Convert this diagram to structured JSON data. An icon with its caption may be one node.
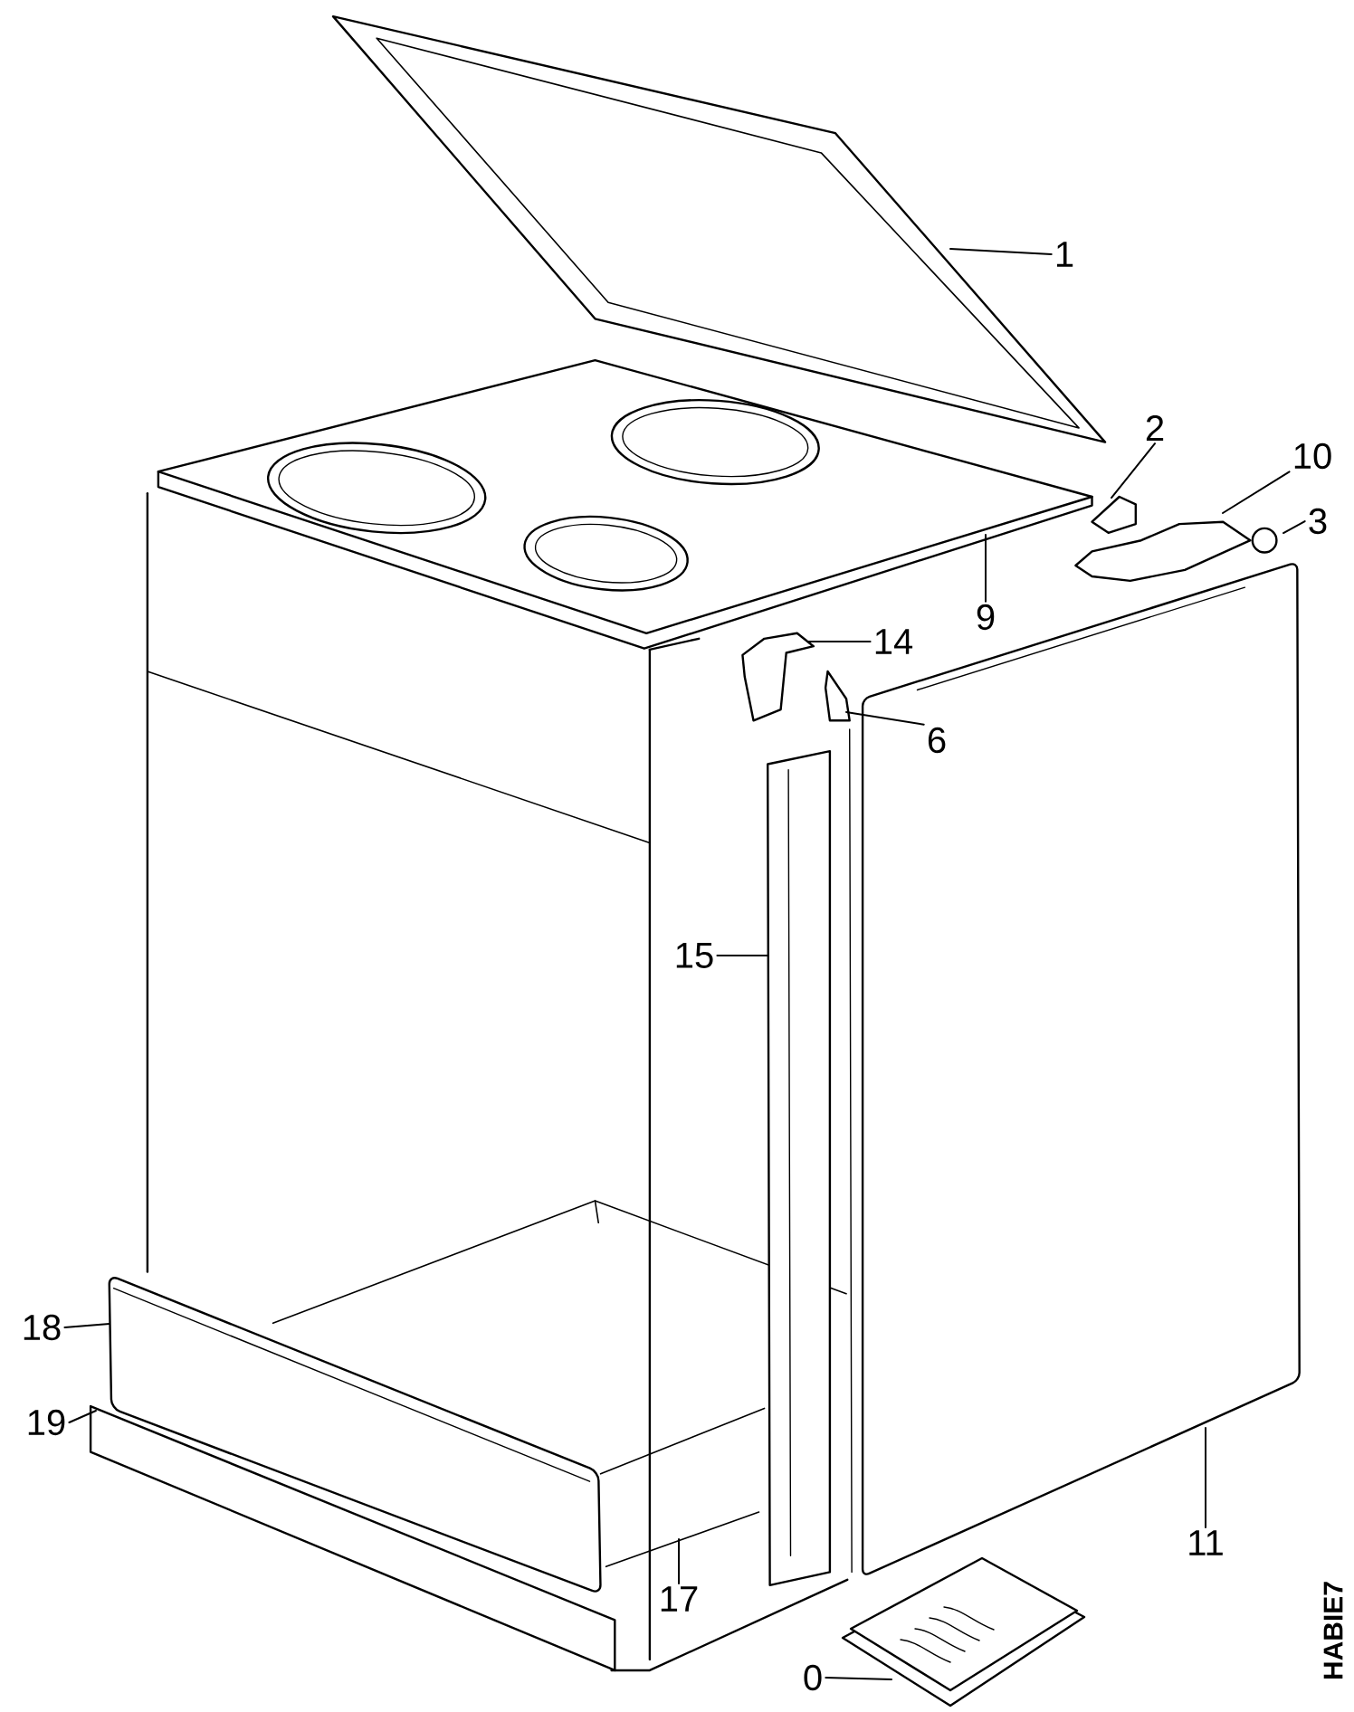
{
  "diagram": {
    "nodes": [
      {
        "text": [
          "1"
        ]
      },
      {
        "text": [
          "2"
        ]
      },
      {
        "text": [
          "10"
        ]
      },
      {
        "text": [
          "3"
        ]
      },
      {
        "text": [
          "9"
        ]
      },
      {
        "text": [
          "14"
        ]
      },
      {
        "text": [
          "6"
        ]
      },
      {
        "text": [
          "15"
        ]
      },
      {
        "text": [
          "18"
        ]
      },
      {
        "text": [
          "19"
        ]
      },
      {
        "text": [
          "11"
        ]
      },
      {
        "text": [
          "17"
        ]
      },
      {
        "text": [
          "0"
        ]
      }
    ],
    "edges": [
      {
        "from": 0,
        "to": null,
        "arrow": "none"
      },
      {
        "from": 1,
        "to": null,
        "arrow": "none"
      },
      {
        "from": 2,
        "to": null,
        "arrow": "none"
      },
      {
        "from": 3,
        "to": null,
        "arrow": "none"
      },
      {
        "from": 4,
        "to": null,
        "arrow": "none"
      },
      {
        "from": 5,
        "to": null,
        "arrow": "none"
      },
      {
        "from": 6,
        "to": null,
        "arrow": "none"
      },
      {
        "from": 7,
        "to": null,
        "arrow": "none"
      },
      {
        "from": 8,
        "to": null,
        "arrow": "none"
      },
      {
        "from": 9,
        "to": null,
        "arrow": "none"
      },
      {
        "from": 10,
        "to": null,
        "arrow": "none"
      },
      {
        "from": 11,
        "to": null,
        "arrow": "none"
      },
      {
        "from": 12,
        "to": null,
        "arrow": "none"
      }
    ],
    "labels": [
      "HABIE7"
    ]
  }
}
